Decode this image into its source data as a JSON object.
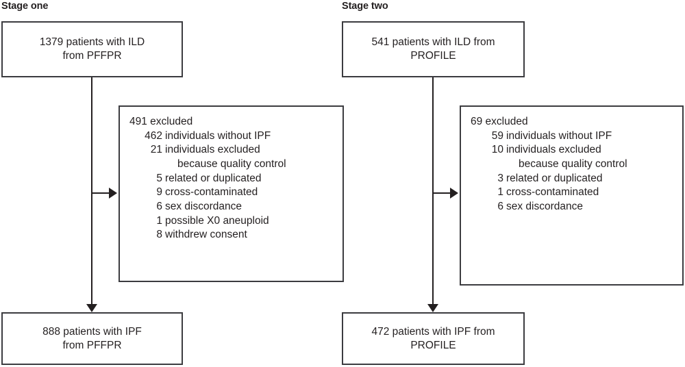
{
  "stages": {
    "one": {
      "title": "Stage one",
      "source_box": "1379 patients with ILD\nfrom PFFPR",
      "result_box": "888 patients with IPF\nfrom PFFPR",
      "exclusions": {
        "heading": "491 excluded",
        "items": [
          {
            "count": "462",
            "label": "individuals without IPF"
          },
          {
            "count": "21",
            "label": "individuals excluded"
          },
          {
            "count": "",
            "label": "because quality control"
          },
          {
            "count": "5",
            "label": "related or duplicated"
          },
          {
            "count": "9",
            "label": "cross-contaminated"
          },
          {
            "count": "6",
            "label": "sex discordance"
          },
          {
            "count": "1",
            "label": "possible X0 aneuploid"
          },
          {
            "count": "8",
            "label": "withdrew consent"
          }
        ]
      }
    },
    "two": {
      "title": "Stage two",
      "source_box": "541 patients with ILD from\nPROFILE",
      "result_box": "472 patients with IPF from\nPROFILE",
      "exclusions": {
        "heading": "69 excluded",
        "items": [
          {
            "count": "59",
            "label": "individuals without IPF"
          },
          {
            "count": "10",
            "label": "individuals excluded"
          },
          {
            "count": "",
            "label": "because quality control"
          },
          {
            "count": "3",
            "label": "related or duplicated"
          },
          {
            "count": "1",
            "label": "cross-contaminated"
          },
          {
            "count": "6",
            "label": "sex discordance"
          }
        ]
      }
    }
  },
  "colors": {
    "text": "#231f20",
    "box_border": "#3b3b3f",
    "connector": "#231f20",
    "background": "#ffffff"
  }
}
